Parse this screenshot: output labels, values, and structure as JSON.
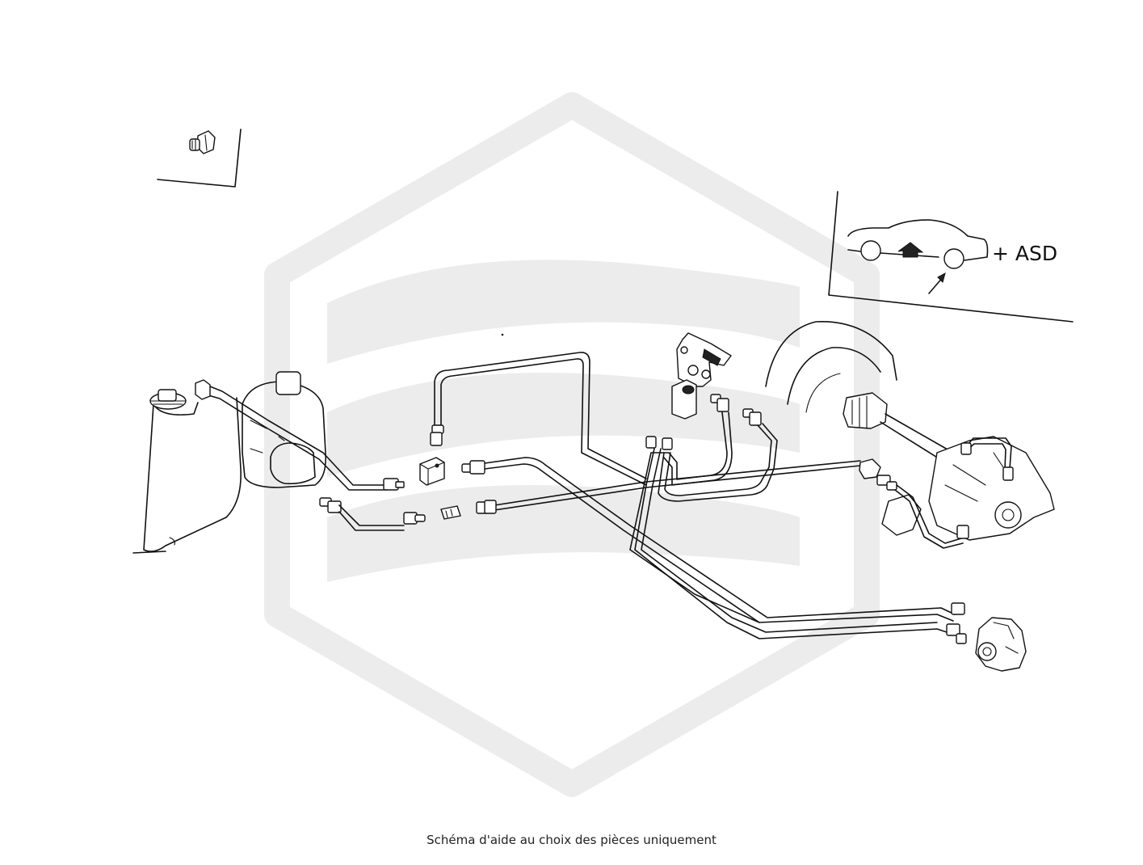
{
  "diagram": {
    "inset_label": "+ ASD",
    "caption": "Schéma d'aide au choix des pièces uniquement",
    "watermark_icon": "hexagon-s-logo"
  },
  "colors": {
    "line": "#111111",
    "watermark": "#ececec",
    "background": "#ffffff"
  }
}
